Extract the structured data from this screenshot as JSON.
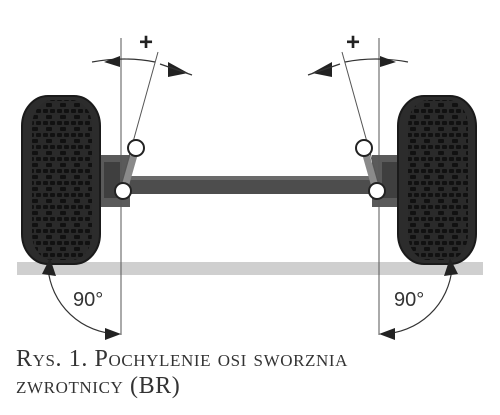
{
  "diagram": {
    "left_sign": "+",
    "right_sign": "+",
    "left_angle_label": "90°",
    "right_angle_label": "90°"
  },
  "caption": {
    "line1": "Rys. 1. Pochylenie osi sworznia",
    "line2": "zwrotnicy (BR)"
  },
  "colors": {
    "tire": "#2a2a2a",
    "tread_block": "#141414",
    "axle": "#4a4a4a",
    "ground": "#cfcfcf",
    "line": "#555555",
    "caption_text": "#333333"
  }
}
